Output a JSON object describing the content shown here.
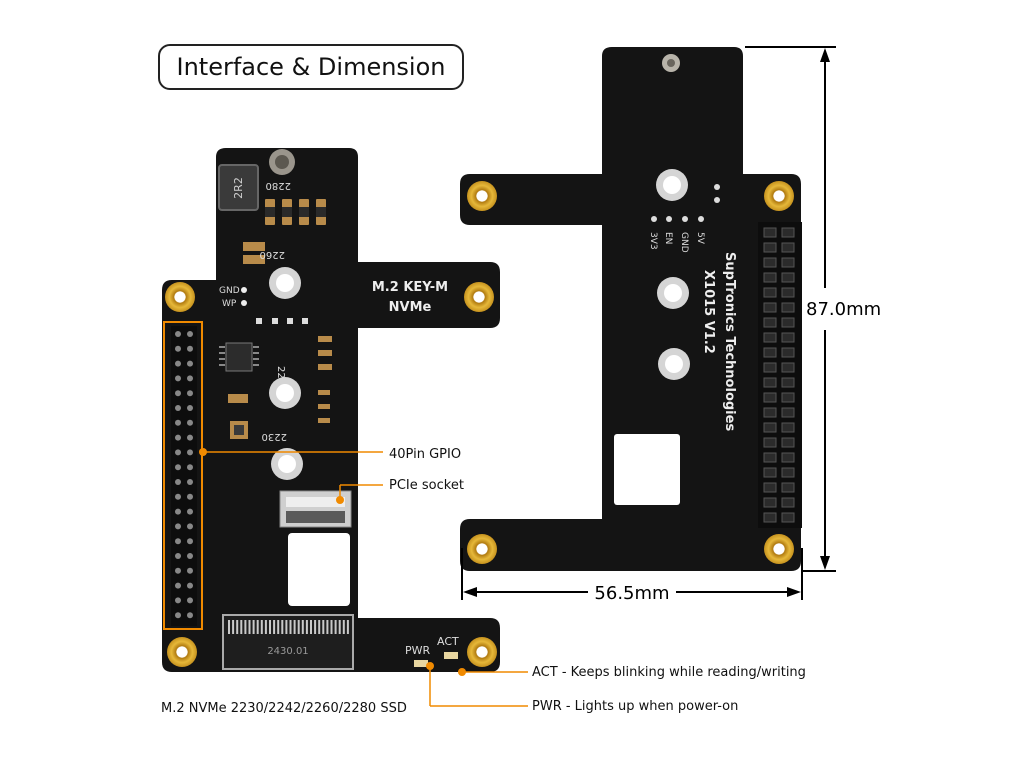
{
  "title": "Interface & Dimension",
  "front_board": {
    "heading_line1": "M.2 KEY-M",
    "heading_line2": "NVMe",
    "inductor_label": "2R2",
    "size_labels": [
      "2280",
      "2260",
      "2242",
      "2230"
    ],
    "pin_labels": [
      "GND",
      "WP"
    ],
    "pwr_led_label": "PWR",
    "act_led_label": "ACT",
    "m2_connector_label": "2430.01"
  },
  "back_board": {
    "brand_line1": "SupTronics Technologies",
    "brand_line2": "X1015 V1.2",
    "pin_labels": [
      "3V3",
      "EN",
      "GND",
      "5V"
    ]
  },
  "callouts": {
    "gpio": "40Pin GPIO",
    "pcie": "PCIe socket",
    "act": "ACT - Keeps blinking while reading/writing",
    "pwr": "PWR - Lights up when power-on",
    "ssd": "M.2 NVMe 2230/2242/2260/2280 SSD"
  },
  "dimensions": {
    "height": "87.0mm",
    "width": "56.5mm"
  },
  "colors": {
    "pcb": "#141414",
    "mount_hole": "#d7a227",
    "callout_line": "#f08a00",
    "dimension_line": "#000000"
  }
}
